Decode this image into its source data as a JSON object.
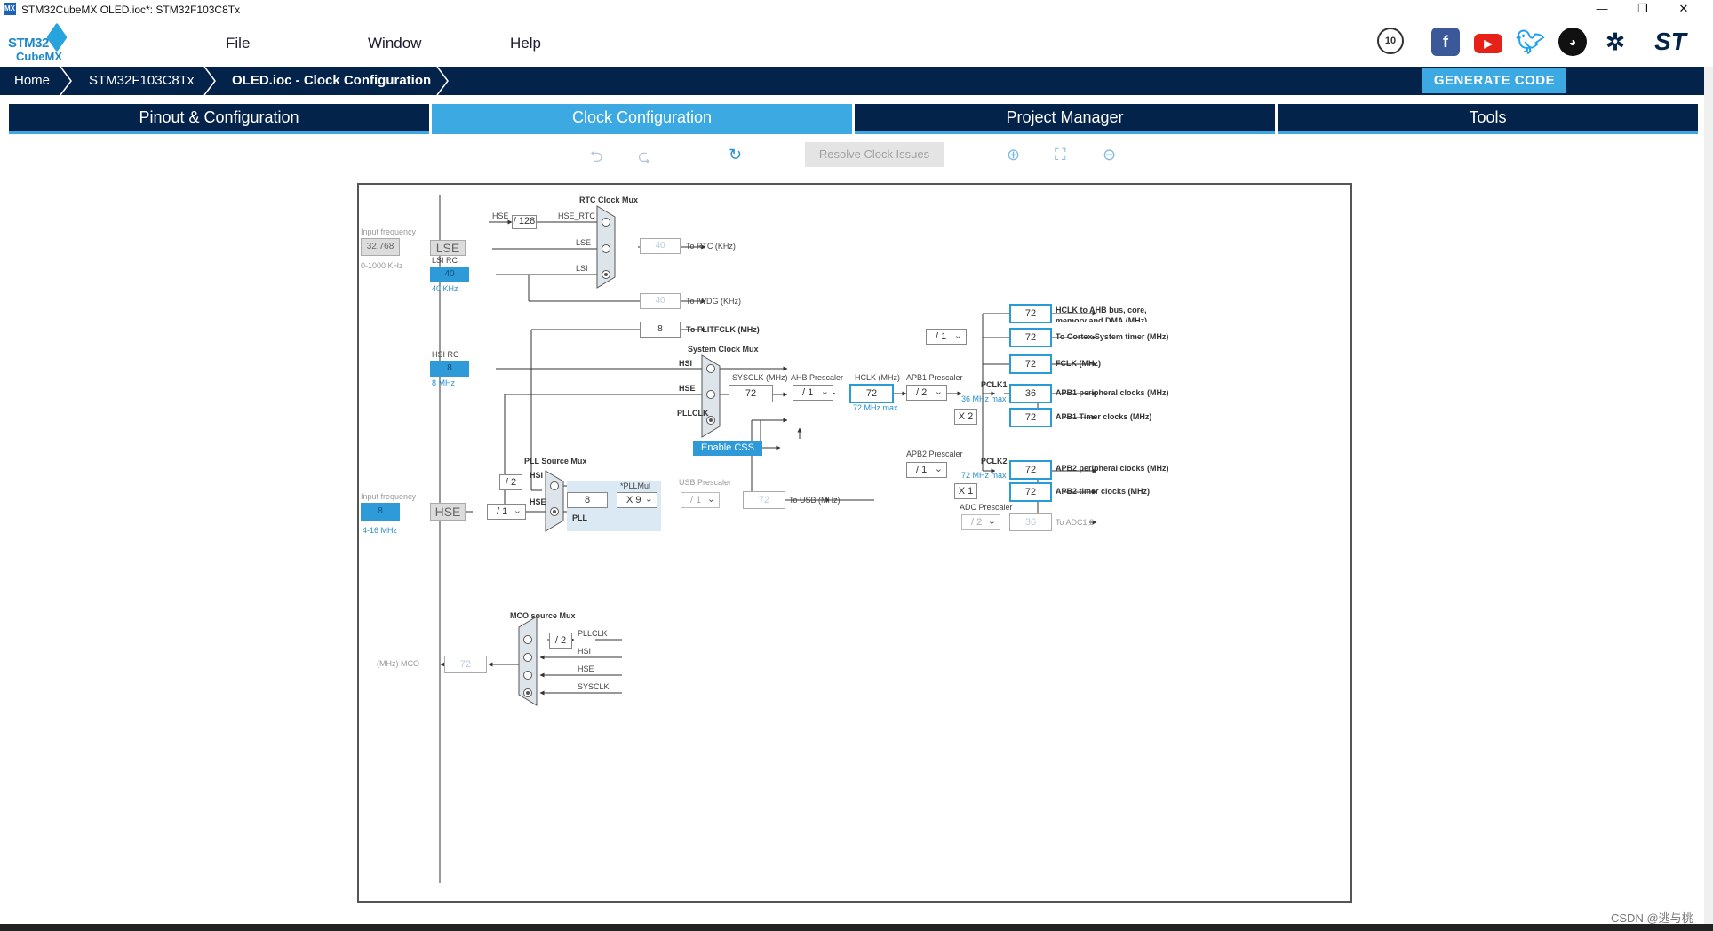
{
  "window": {
    "app_icon": "MX",
    "title": "STM32CubeMX OLED.ioc*: STM32F103C8Tx",
    "minimize": "—",
    "restore": "❐",
    "close": "✕"
  },
  "header": {
    "logo_top": "STM32",
    "logo_bottom": "CubeMX",
    "menu": [
      "File",
      "Window",
      "Help"
    ],
    "social_icons": [
      "anniversary-badge-icon",
      "facebook-icon",
      "youtube-icon",
      "twitter-icon",
      "github-icon",
      "network-icon",
      "st-logo-icon"
    ]
  },
  "breadcrumb": [
    "Home",
    "STM32F103C8Tx",
    "OLED.ioc - Clock Configuration"
  ],
  "generate_code": "GENERATE CODE",
  "tabs": [
    "Pinout & Configuration",
    "Clock Configuration",
    "Project Manager",
    "Tools"
  ],
  "toolbar": {
    "undo": "⮌",
    "redo": "⮎",
    "reset": "↻",
    "resolve": "Resolve Clock Issues",
    "zoom_in": "⊕",
    "fit": "⛶",
    "zoom_out": "⊖"
  },
  "clock": {
    "rtc_mux": "RTC Clock Mux",
    "hse": "HSE",
    "div128": "/ 128",
    "hse_rtc": "HSE_RTC",
    "lse": "LSE",
    "lsi": "LSI",
    "lsi_rc": "LSI RC",
    "lsi_val": "40",
    "lsi_khz": "40 KHz",
    "input_freq1": "Input frequency",
    "lse_freq": "32.768",
    "lse_range": "0-1000 KHz",
    "rtc_val": "40",
    "to_rtc": "To RTC (KHz)",
    "iwdg_val": "40",
    "to_iwdg": "To IWDG (KHz)",
    "flit_val": "8",
    "to_flit": "To FLITFCLK (MHz)",
    "hsi_rc": "HSI RC",
    "hsi_val": "8",
    "hsi_mhz": "8 MHz",
    "sys_mux": "System Clock Mux",
    "hsi": "HSI",
    "pllclk": "PLLCLK",
    "enable_css": "Enable CSS",
    "sysclk": "SYSCLK (MHz)",
    "sysclk_val": "72",
    "ahb": "AHB Prescaler",
    "ahb_val": "/ 1",
    "hclk": "HCLK (MHz)",
    "hclk_val": "72",
    "hclk_max": "72 MHz max",
    "apb1": "APB1 Prescaler",
    "apb1_val": "/ 2",
    "pclk1": "PCLK1",
    "pclk1_max": "36 MHz max",
    "apb2": "APB2 Prescaler",
    "apb2_val": "/ 1",
    "pclk2": "PCLK2",
    "pclk2_max": "72 MHz max",
    "cortex_div": "/ 1",
    "out_ahb_val": "72",
    "out_ahb": "HCLK to AHB bus, core,",
    "out_ahb2": "memory and DMA (MHz)",
    "out_cortex_val": "72",
    "out_cortex": "To Cortex System timer (MHz)",
    "out_fclk_val": "72",
    "out_fclk": "FCLK (MHz)",
    "out_apb1_val": "36",
    "out_apb1": "APB1 peripheral clocks (MHz)",
    "x2": "X 2",
    "out_apb1t_val": "72",
    "out_apb1t": "APB1 Timer clocks (MHz)",
    "out_apb2_val": "72",
    "out_apb2": "APB2 peripheral clocks (MHz)",
    "x1": "X 1",
    "out_apb2t_val": "72",
    "out_apb2t": "APB2 timer clocks (MHz)",
    "adc_pre": "ADC Prescaler",
    "adc_div": "/ 2",
    "adc_val": "36",
    "to_adc": "To ADC1,2",
    "pll_src": "PLL Source Mux",
    "div2": "/ 2",
    "input_freq2": "Input frequency",
    "hse_freq": "8",
    "hse_range": "4-16 MHz",
    "hse_label": "HSE",
    "hse_div": "/ 1",
    "pll_in": "8",
    "pllmul": "*PLLMul",
    "pllmul_val": "X 9",
    "pll": "PLL",
    "usb_pre": "USB Prescaler",
    "usb_div": "/ 1",
    "usb_val": "72",
    "to_usb": "To USB (MHz)",
    "mco_mux": "MCO source Mux",
    "mco_div": "/ 2",
    "mco_pllclk": "PLLCLK",
    "mco_hsi": "HSI",
    "mco_hse": "HSE",
    "mco_sysclk": "SYSCLK",
    "mco_label": "(MHz) MCO",
    "mco_val": "72"
  },
  "watermark": "CSDN @逃与桃",
  "colors": {
    "navy": "#03234b",
    "accent": "#3ca9e2",
    "field_blue": "#2e9ad8"
  }
}
